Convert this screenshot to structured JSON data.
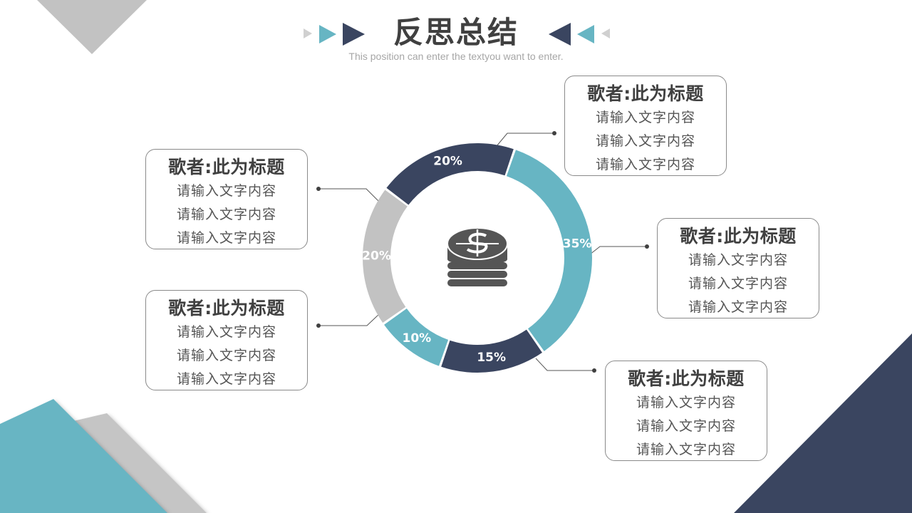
{
  "header": {
    "title": "反思总结",
    "subtitle": "This position can enter the textyou want to enter."
  },
  "colors": {
    "navy": "#3a4560",
    "teal": "#67b5c3",
    "gray": "#c2c2c2",
    "text": "#404040"
  },
  "center_icon": "dollar-coin-stack-icon",
  "cards": [
    {
      "title": "歌者:此为标题",
      "lines": [
        "请输入文字内容",
        "请输入文字内容",
        "请输入文字内容"
      ]
    },
    {
      "title": "歌者:此为标题",
      "lines": [
        "请输入文字内容",
        "请输入文字内容",
        "请输入文字内容"
      ]
    },
    {
      "title": "歌者:此为标题",
      "lines": [
        "请输入文字内容",
        "请输入文字内容",
        "请输入文字内容"
      ]
    },
    {
      "title": "歌者:此为标题",
      "lines": [
        "请输入文字内容",
        "请输入文字内容",
        "请输入文字内容"
      ]
    },
    {
      "title": "歌者:此为标题",
      "lines": [
        "请输入文字内容",
        "请输入文字内容",
        "请输入文字内容"
      ]
    }
  ],
  "chart_data": {
    "type": "pie",
    "style": "donut",
    "legend": "none",
    "slices": [
      {
        "value": 20,
        "label": "20%",
        "color": "#c2c2c2"
      },
      {
        "value": 20,
        "label": "20%",
        "color": "#3a4560"
      },
      {
        "value": 35,
        "label": "35%",
        "color": "#67b5c3"
      },
      {
        "value": 15,
        "label": "15%",
        "color": "#3a4560"
      },
      {
        "value": 10,
        "label": "10%",
        "color": "#67b5c3"
      }
    ]
  }
}
